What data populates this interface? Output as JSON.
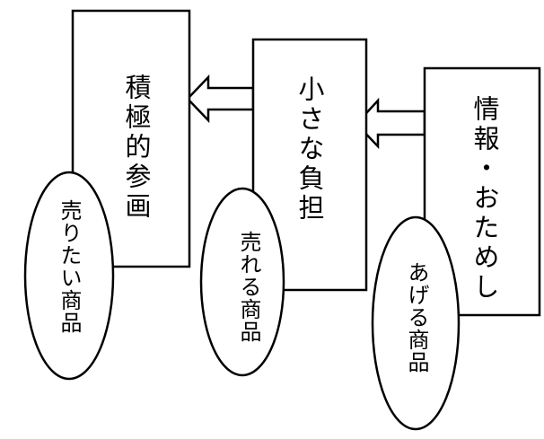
{
  "diagram": {
    "boxes": [
      {
        "id": "participation",
        "label": "積極的参画"
      },
      {
        "id": "small-burden",
        "label": "小さな負担"
      },
      {
        "id": "info-trial",
        "label": "情報・おためし"
      }
    ],
    "ellipses": [
      {
        "id": "want-to-sell",
        "label": "売りたい商品"
      },
      {
        "id": "sellable",
        "label": "売れる商品"
      },
      {
        "id": "giveaway",
        "label": "あげる商品"
      }
    ],
    "arrows": [
      {
        "from": "info-trial",
        "to": "small-burden"
      },
      {
        "from": "small-burden",
        "to": "participation"
      }
    ]
  }
}
